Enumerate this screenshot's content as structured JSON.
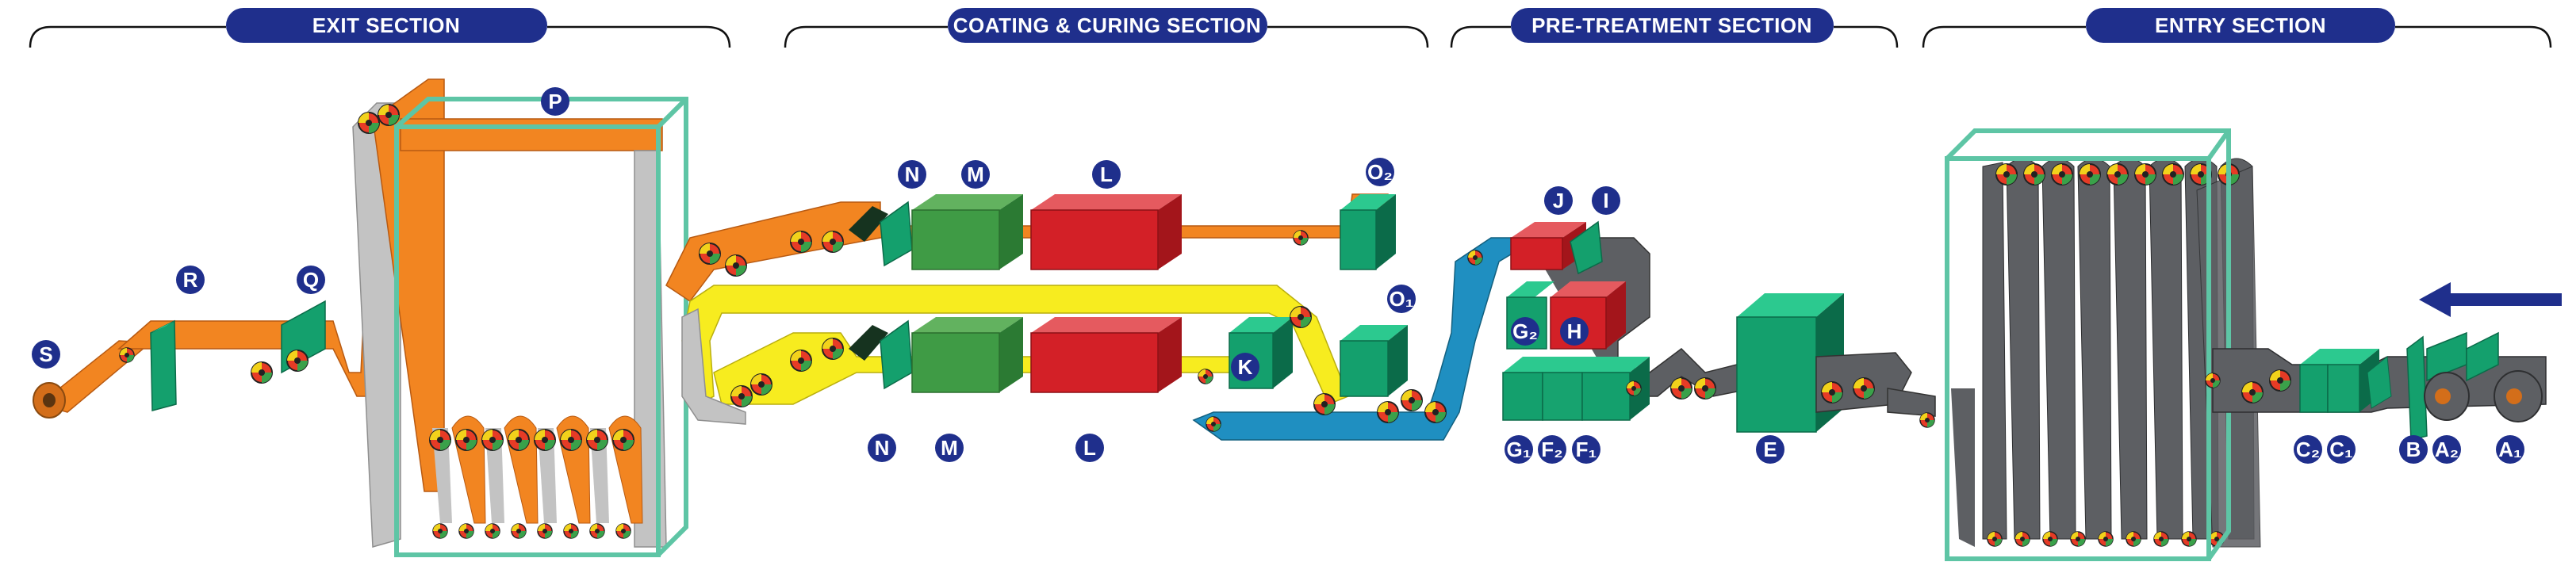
{
  "sections": [
    {
      "id": "exit",
      "label": "EXIT SECTION"
    },
    {
      "id": "coating",
      "label": "COATING & CURING SECTION"
    },
    {
      "id": "pretreat",
      "label": "PRE-TREATMENT SECTION"
    },
    {
      "id": "entry",
      "label": "ENTRY SECTION"
    }
  ],
  "labels": {
    "S": "S",
    "R": "R",
    "Q": "Q",
    "P": "P",
    "N_top": "N",
    "M_top": "M",
    "L_top": "L",
    "O2": "O₂",
    "O1": "O₁",
    "K": "K",
    "N_bot": "N",
    "M_bot": "M",
    "L_bot": "L",
    "J": "J",
    "I": "I",
    "G2": "G₂",
    "H": "H",
    "G1": "G₁",
    "F2": "F₂",
    "F1": "F₁",
    "E": "E",
    "C2": "C₂",
    "C1": "C₁",
    "B": "B",
    "A2": "A₂",
    "A1": "A₁"
  },
  "colors": {
    "badge": "#1f2f8c",
    "strip_exit": "#f28521",
    "strip_gray": "#c3c3c3",
    "strip_dark": "#5d5f63",
    "strip_blue": "#1f8fc1",
    "strip_yellow": "#f7ec1f",
    "machine_green": "#17a36f",
    "oven_red": "#d32027",
    "coater_green": "#3f9b45",
    "accumulator": "#5ec5a5",
    "arrow": "#1f2f8c"
  }
}
